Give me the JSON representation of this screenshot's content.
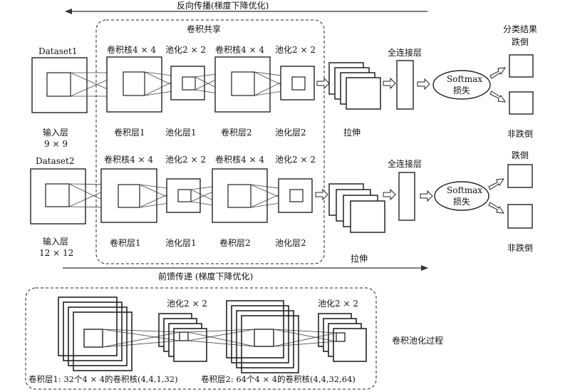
{
  "arrows": {
    "backward": "反向传播(梯度下降优化)",
    "forward": "前馈传递 (梯度下降优化)"
  },
  "shared_label": "卷积共享",
  "row1": {
    "dataset": "Dataset1",
    "input_label": "输入层",
    "input_size": "9 × 9",
    "kernel1": "卷积核4 × 4",
    "pool1": "池化2 × 2",
    "kernel2": "卷积核4 × 4",
    "pool2": "池化2 × 2",
    "conv1": "卷积层1",
    "poolayer1": "池化层1",
    "conv2": "卷积层2",
    "poolayer2": "池化层2",
    "stretch": "拉伸",
    "fc": "全连接层",
    "softmax": "Softmax",
    "loss": "损失",
    "result_title": "分类结果",
    "class_fall": "跌倒",
    "class_nonfall": "非跌倒"
  },
  "row2": {
    "dataset": "Dataset2",
    "input_label": "输入层",
    "input_size": "12 × 12",
    "kernel1": "卷积核4 × 4",
    "pool1": "池化2 × 2",
    "kernel2": "卷积核4 × 4",
    "pool2": "池化2 × 2",
    "conv1": "卷积层1",
    "poolayer1": "池化层1",
    "conv2": "卷积层2",
    "poolayer2": "池化层2",
    "stretch": "拉伸",
    "fc": "全连接层",
    "softmax": "Softmax",
    "loss": "损失",
    "class_fall": "跌倒",
    "class_nonfall": "非跌倒"
  },
  "process": {
    "pool_a": "池化2 × 2",
    "pool_b": "池化2 × 2",
    "title": "卷积池化过程",
    "conv1_desc": "卷积层1: 32个4 × 4的卷积核(4,4,1,32)",
    "conv2_desc": "卷积层2: 64个4 × 4的卷积核(4,4,32,64)"
  }
}
